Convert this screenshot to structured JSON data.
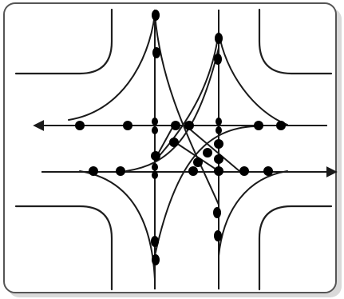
{
  "diagram": {
    "kind": "intersection-conflict-points",
    "background_color": "#ffffff",
    "line_color": "#1a1a1a",
    "point_color": "#000000",
    "approach_lanes": [
      {
        "id": "eastbound",
        "direction": "east",
        "arrowhead": "right"
      },
      {
        "id": "westbound",
        "direction": "west",
        "arrowhead": "left"
      },
      {
        "id": "northbound",
        "direction": "north",
        "arrowhead": "none"
      },
      {
        "id": "southbound",
        "direction": "south",
        "arrowhead": "none"
      }
    ],
    "turning_movements": [
      {
        "id": "left-turn-north-to-east",
        "type": "left-turn"
      },
      {
        "id": "left-turn-south-to-west",
        "type": "left-turn"
      },
      {
        "id": "left-turn-east-to-south",
        "type": "left-turn"
      },
      {
        "id": "left-turn-west-to-north",
        "type": "left-turn"
      },
      {
        "id": "right-turn-north-to-west",
        "type": "right-turn"
      },
      {
        "id": "right-turn-south-to-east",
        "type": "right-turn"
      },
      {
        "id": "right-turn-east-to-north",
        "type": "right-turn"
      },
      {
        "id": "right-turn-west-to-south",
        "type": "right-turn"
      }
    ],
    "conflict_point_count": 32,
    "corner_curbs": [
      "top-left",
      "top-right",
      "bottom-left",
      "bottom-right"
    ]
  }
}
